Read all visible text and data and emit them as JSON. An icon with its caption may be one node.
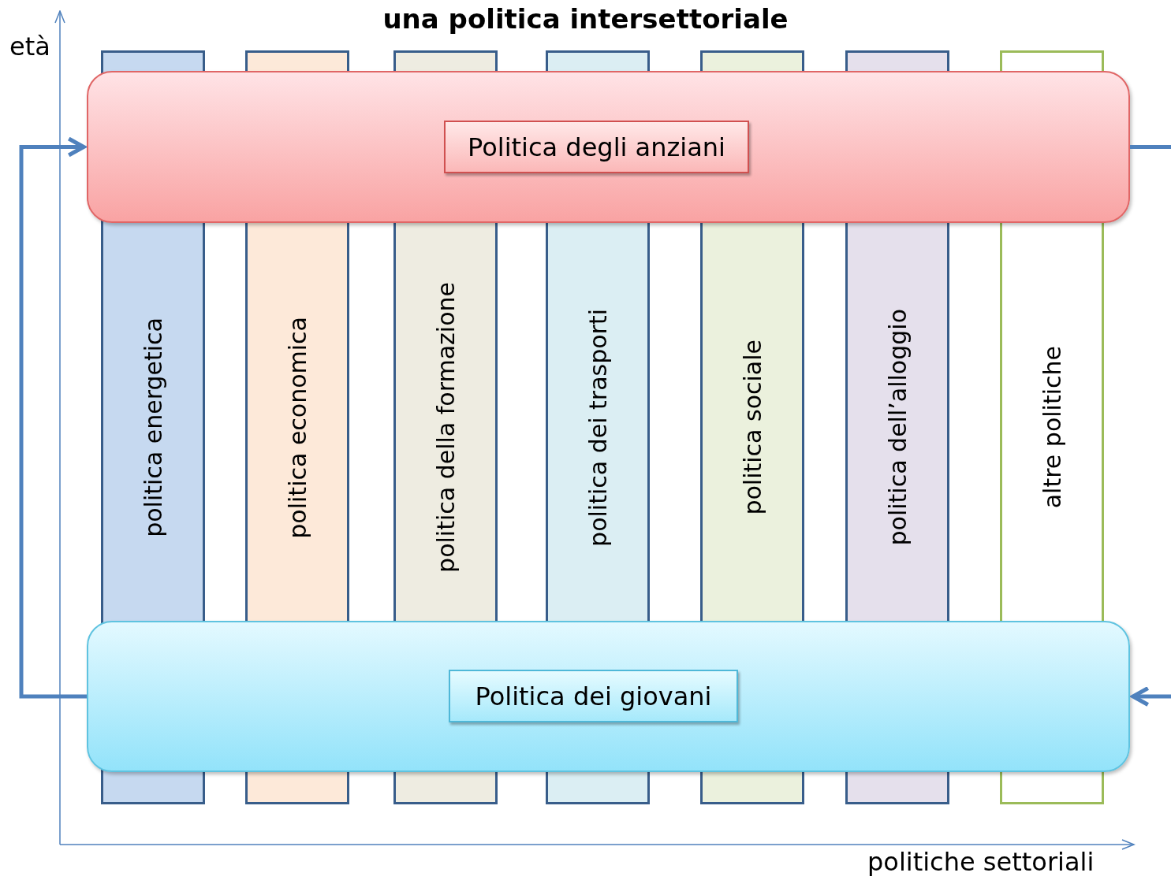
{
  "diagram": {
    "title": "una politica intersettoriale",
    "nodes": [
      {
        "text": [],
        "shape": "box"
      },
      {
        "text": [
          "Politica degli anziani"
        ],
        "in": 0
      },
      {
        "text": [
          "politica energetica"
        ]
      },
      {
        "text": [
          "politica economica"
        ]
      },
      {
        "text": [
          "politica della formazione"
        ]
      },
      {
        "text": [
          "politica dei trasporti"
        ]
      },
      {
        "text": [
          "politica sociale"
        ]
      },
      {
        "text": [
          "politica dell’alloggio"
        ]
      },
      {
        "text": [
          "altre politiche"
        ]
      },
      {
        "text": [],
        "shape": "box"
      },
      {
        "text": [
          "Politica dei giovani"
        ],
        "in": 9
      }
    ],
    "edges": [
      {
        "from": 9,
        "to": 0,
        "arrow": "to"
      },
      {
        "from": 0,
        "to": null,
        "arrow": "none"
      },
      {
        "from": null,
        "to": 9,
        "arrow": "to"
      }
    ],
    "labels": [
      "età",
      "politiche settoriali"
    ]
  }
}
